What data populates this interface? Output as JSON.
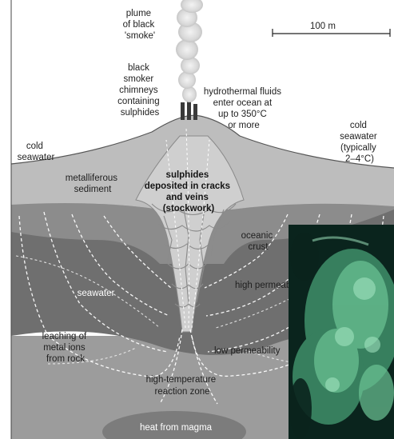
{
  "labels": {
    "plume": [
      "plume",
      "of black",
      "'smoke'"
    ],
    "chimneys": [
      "black",
      "smoker",
      "chimneys",
      "containing",
      "sulphides"
    ],
    "fluids": [
      "hydrothermal fluids",
      "enter ocean at",
      "up to 350°C",
      "or more"
    ],
    "cold_left": [
      "cold",
      "seawater"
    ],
    "cold_right": [
      "cold",
      "seawater",
      "(typically",
      "2–4°C)"
    ],
    "sediment": [
      "metalliferous",
      "sediment"
    ],
    "sulphides": [
      "sulphides",
      "deposited in cracks",
      "and veins",
      "(stockwork)"
    ],
    "crust": [
      "oceanic",
      "crust"
    ],
    "seawater": "seawater",
    "high_perm": "high permeability",
    "low_perm": "low permeability",
    "leaching": [
      "leaching of",
      "metal ions",
      "from rock"
    ],
    "reaction_zone": [
      "high-temperature",
      "reaction zone"
    ],
    "heat": "heat from magma"
  },
  "scale_bar": {
    "label": "100 m"
  },
  "colors": {
    "sediment_light": "#c9c9c9",
    "crust_mid": "#9a9a9a",
    "crust_dark": "#7d7d7d",
    "crust_deep": "#6c6c6c",
    "magma": "#8a8a8a",
    "photo_green": "#3f8f6a"
  }
}
